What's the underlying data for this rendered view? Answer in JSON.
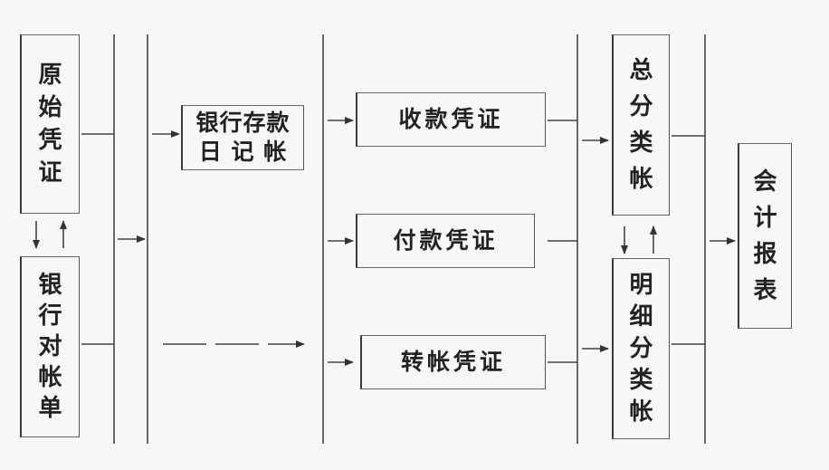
{
  "nodes": {
    "original_voucher": "原始凭证",
    "bank_statement": "银行对帐单",
    "bank_journal_line1": "银行存款",
    "bank_journal_line2": "日 记 帐",
    "receipt_voucher": "收款凭证",
    "payment_voucher": "付款凭证",
    "transfer_voucher": "转帐凭证",
    "general_ledger": "总分类帐",
    "subsidiary_ledger": "明细分类帐",
    "financial_report": "会计报表"
  },
  "colors": {
    "ink": "#222222",
    "line": "#444444",
    "paper": "#f7f7f5"
  }
}
